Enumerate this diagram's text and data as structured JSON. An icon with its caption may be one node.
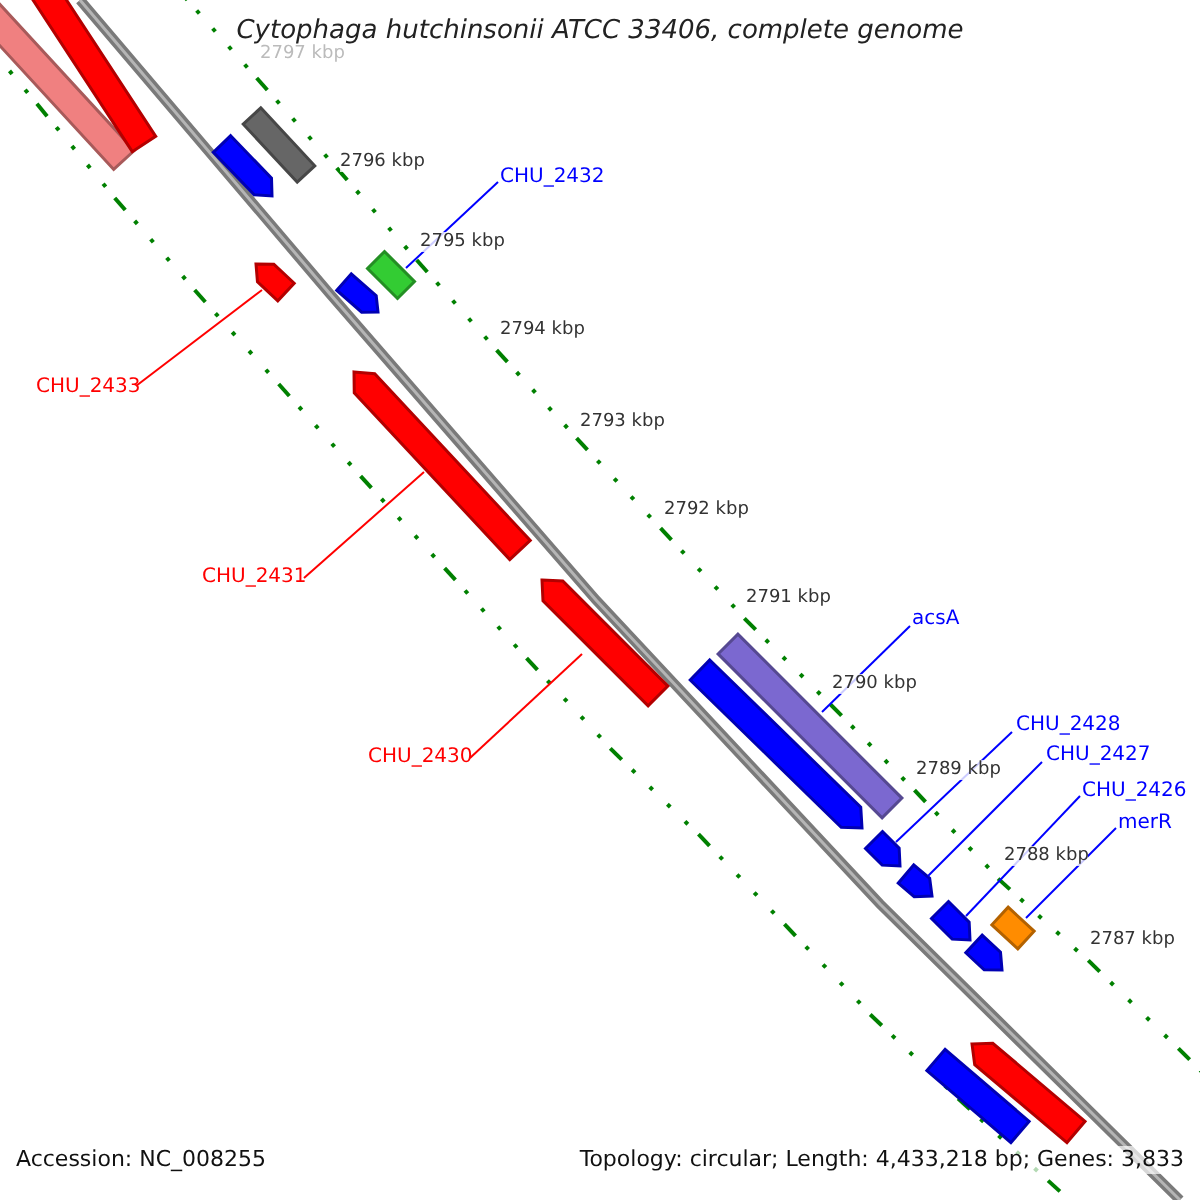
{
  "diagram": {
    "title": "Cytophaga hutchinsonii ATCC 33406, complete genome",
    "nodes": [
      {
        "text": [
          "CHU_2432"
        ]
      },
      {
        "text": [],
        "shape": "bar"
      },
      {
        "text": [
          "CHU_2433"
        ]
      },
      {
        "text": [],
        "shape": "pentagon"
      },
      {
        "text": [
          "CHU_2431"
        ]
      },
      {
        "text": [],
        "shape": "pentagon"
      },
      {
        "text": [
          "CHU_2430"
        ]
      },
      {
        "text": [],
        "shape": "pentagon"
      },
      {
        "text": [
          "acsA"
        ]
      },
      {
        "text": [],
        "shape": "bar"
      },
      {
        "text": [
          "CHU_2428"
        ]
      },
      {
        "text": [],
        "shape": "pentagon"
      },
      {
        "text": [
          "CHU_2427"
        ]
      },
      {
        "text": [],
        "shape": "pentagon"
      },
      {
        "text": [
          "CHU_2426"
        ]
      },
      {
        "text": [],
        "shape": "pentagon"
      },
      {
        "text": [
          "merR"
        ]
      },
      {
        "text": [],
        "shape": "bar"
      },
      {
        "text": [],
        "shape": "bar"
      },
      {
        "text": [],
        "shape": "bar"
      },
      {
        "text": [],
        "shape": "pentagon"
      },
      {
        "text": [],
        "shape": "bar"
      },
      {
        "text": [],
        "shape": "pentagon"
      },
      {
        "text": [],
        "shape": "pentagon"
      },
      {
        "text": [],
        "shape": "pentagon"
      },
      {
        "text": [],
        "shape": "pentagon"
      },
      {
        "text": [],
        "shape": "bar"
      }
    ],
    "edges": [
      {
        "from": 0,
        "to": 1,
        "arrow": "none"
      },
      {
        "from": 2,
        "to": 3,
        "arrow": "none",
        "color": "#ff0000"
      },
      {
        "from": 4,
        "to": 5,
        "arrow": "none",
        "color": "#ff0000"
      },
      {
        "from": 6,
        "to": 7,
        "arrow": "none",
        "color": "#ff0000"
      },
      {
        "from": 8,
        "to": 9,
        "arrow": "none"
      },
      {
        "from": 10,
        "to": 11,
        "arrow": "none"
      },
      {
        "from": 12,
        "to": 13,
        "arrow": "none"
      },
      {
        "from": 14,
        "to": 15,
        "arrow": "none"
      },
      {
        "from": 16,
        "to": 17,
        "arrow": "none"
      }
    ],
    "labels": [
      "2797 kbp",
      "2796 kbp",
      "2795 kbp",
      "2794 kbp",
      "2793 kbp",
      "2792 kbp",
      "2791 kbp",
      "2790 kbp",
      "2789 kbp",
      "2788 kbp",
      "2787 kbp",
      "Accession: NC_008255",
      "Topology: circular; Length: 4,433,218 bp; Genes: 3,833"
    ]
  }
}
